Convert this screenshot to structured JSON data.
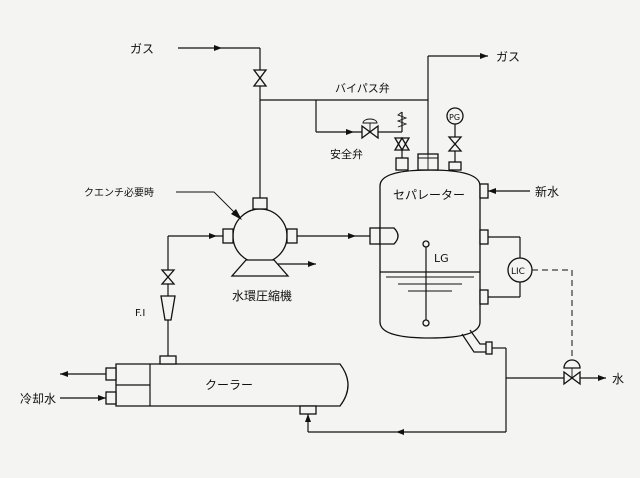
{
  "labels": {
    "gas_in": "ガス",
    "gas_out": "ガス",
    "bypass_valve": "バイパス弁",
    "safety_valve": "安全弁",
    "quench_when_needed": "クエンチ必要時",
    "compressor": "水環圧縮機",
    "separator": "セパレーター",
    "fresh_water": "新水",
    "level_gauge": "LG",
    "level_controller": "LIC",
    "pressure_gauge": "PG",
    "flow_indicator": "F.I",
    "cooler": "クーラー",
    "cooling_water": "冷却水",
    "water_out": "水"
  }
}
